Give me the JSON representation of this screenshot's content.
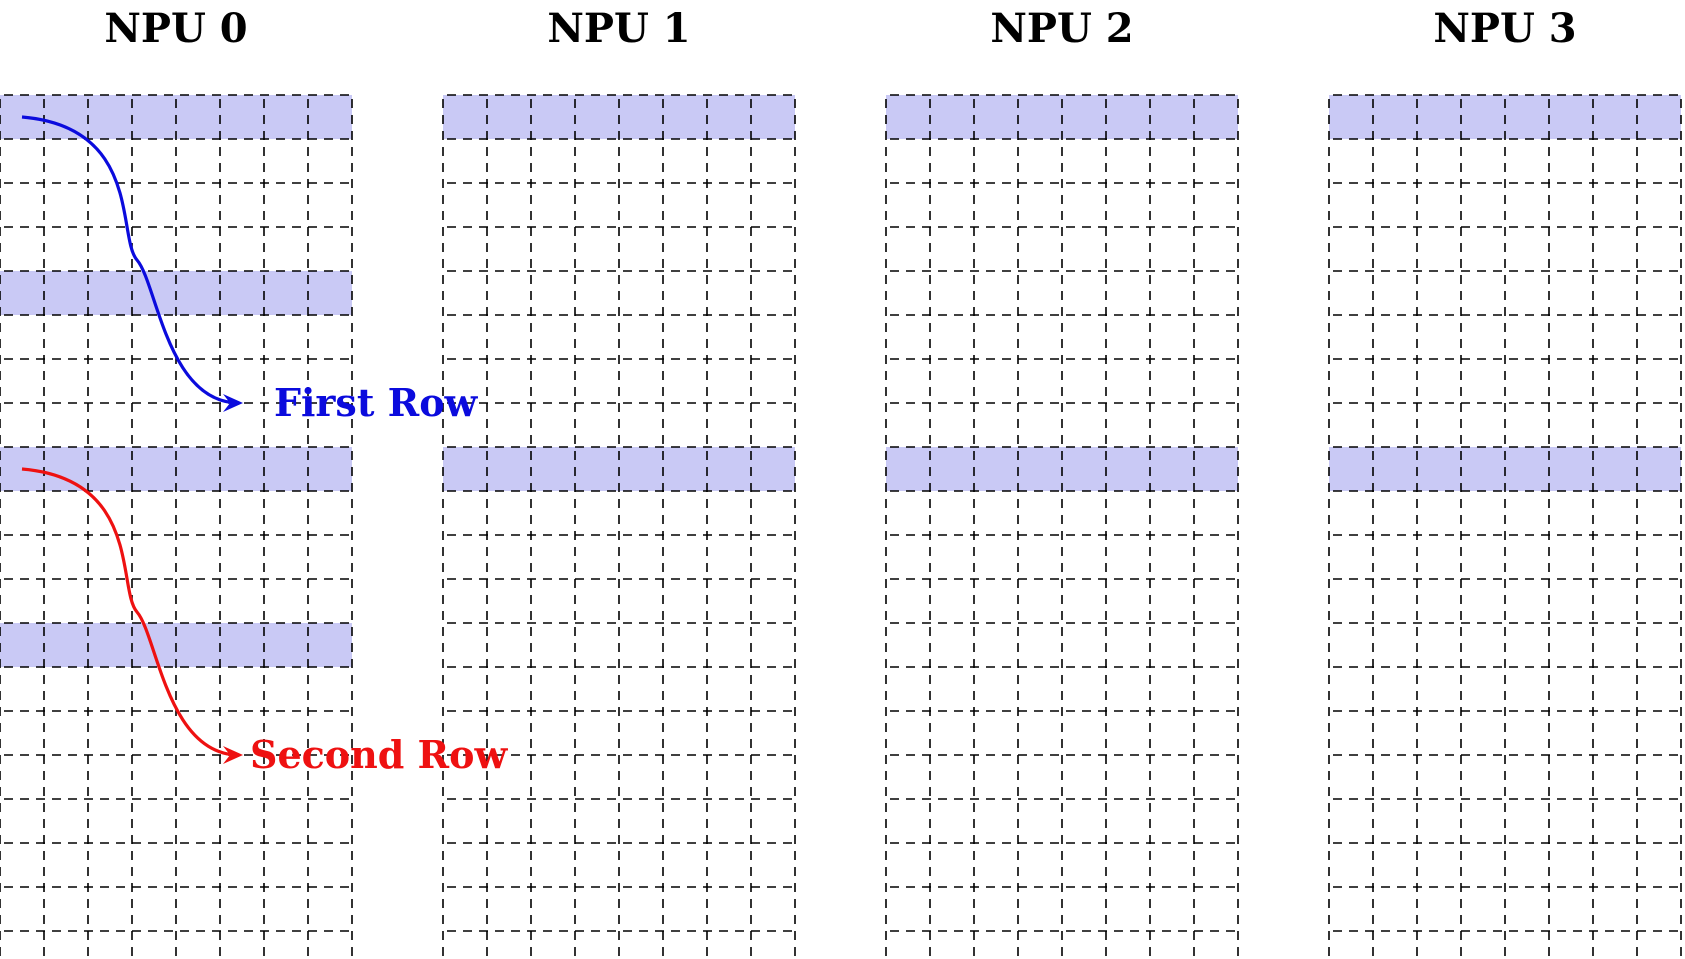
{
  "npus": [
    {
      "title": "NPU 0",
      "highlighted_rows": [
        0,
        4,
        8,
        12
      ]
    },
    {
      "title": "NPU 1",
      "highlighted_rows": [
        0,
        8
      ]
    },
    {
      "title": "NPU 2",
      "highlighted_rows": [
        0,
        8
      ]
    },
    {
      "title": "NPU 3",
      "highlighted_rows": [
        0,
        8
      ]
    }
  ],
  "grid": {
    "rows": 20,
    "cols": 8
  },
  "annotations": [
    {
      "label": "First Row",
      "color": "#0b0bdd"
    },
    {
      "label": "Second Row",
      "color": "#ee1111"
    }
  ],
  "colors": {
    "highlight": "#c9c9f5",
    "grid_line": "#000000"
  }
}
